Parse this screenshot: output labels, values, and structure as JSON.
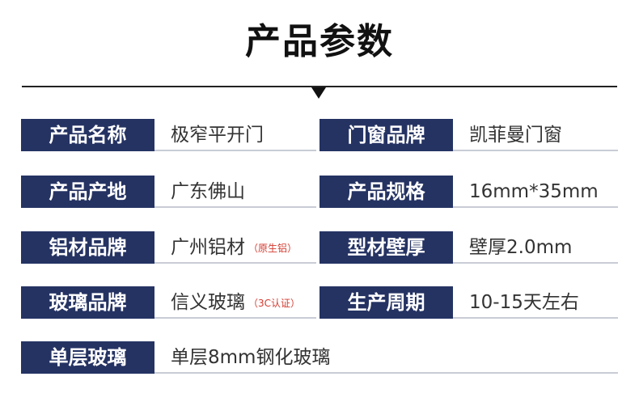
{
  "title": "产品参数",
  "rows": [
    {
      "left": {
        "label": "产品名称",
        "value": "极窄平开门"
      },
      "right": {
        "label": "门窗品牌",
        "value": "凯菲曼门窗"
      }
    },
    {
      "left": {
        "label": "产品产地",
        "value": "广东佛山"
      },
      "right": {
        "label": "产品规格",
        "value": "16mm*35mm"
      }
    },
    {
      "left": {
        "label": "铝材品牌",
        "value": "广州铝材",
        "note": "（原生铝）"
      },
      "right": {
        "label": "型材壁厚",
        "value": "壁厚2.0mm"
      }
    },
    {
      "left": {
        "label": "玻璃品牌",
        "value": "信义玻璃",
        "note": "（3C认证）"
      },
      "right": {
        "label": "生产周期",
        "value": "10-15天左右"
      }
    },
    {
      "left": {
        "label": "单层玻璃",
        "value": "单层8mm钢化玻璃"
      }
    }
  ],
  "colors": {
    "label_bg": "#253363",
    "note_red": "#d43b2f"
  }
}
